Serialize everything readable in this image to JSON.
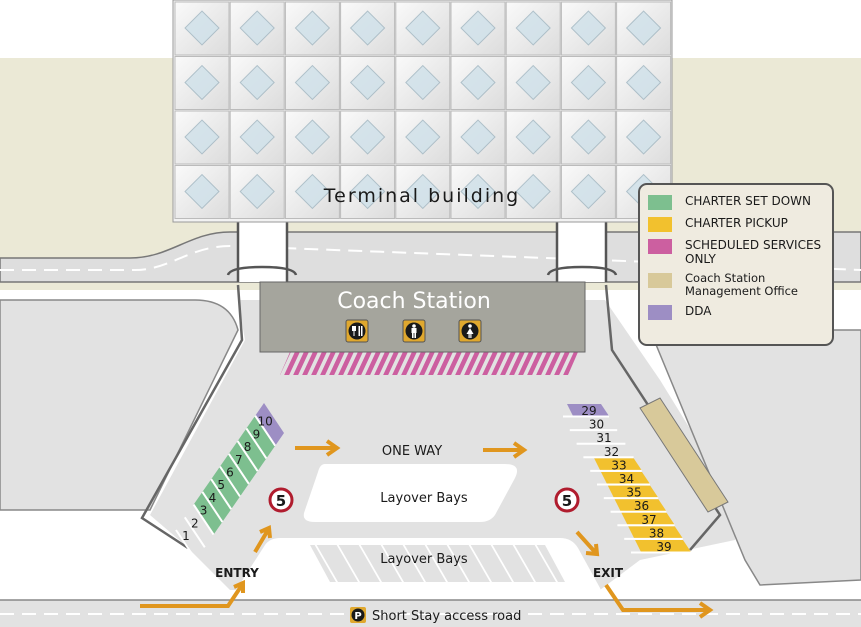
{
  "terminal": {
    "label": "Terminal building"
  },
  "coach_station": {
    "label": "Coach Station",
    "icons": [
      "restaurant-icon",
      "mens-toilet-icon",
      "womens-toilet-icon"
    ]
  },
  "legend": {
    "items": [
      {
        "label": "CHARTER SET DOWN",
        "color": "#7dbf8f"
      },
      {
        "label": "CHARTER PICKUP",
        "color": "#f2c12e"
      },
      {
        "label": "SCHEDULED SERVICES ONLY",
        "color": "#cc5fa0"
      },
      {
        "label": "Coach Station Management Office",
        "color": "#d8c99a"
      },
      {
        "label": "DDA",
        "color": "#9d8ec4"
      }
    ]
  },
  "left_bays": [
    {
      "n": "1",
      "type": "none"
    },
    {
      "n": "2",
      "type": "none"
    },
    {
      "n": "3",
      "type": "setdown"
    },
    {
      "n": "4",
      "type": "setdown"
    },
    {
      "n": "5",
      "type": "setdown"
    },
    {
      "n": "6",
      "type": "setdown"
    },
    {
      "n": "7",
      "type": "setdown"
    },
    {
      "n": "8",
      "type": "setdown"
    },
    {
      "n": "9",
      "type": "setdown"
    },
    {
      "n": "10",
      "type": "dda"
    }
  ],
  "right_bays": [
    {
      "n": "29",
      "type": "dda"
    },
    {
      "n": "30",
      "type": "none"
    },
    {
      "n": "31",
      "type": "none"
    },
    {
      "n": "32",
      "type": "none"
    },
    {
      "n": "33",
      "type": "pickup"
    },
    {
      "n": "34",
      "type": "pickup"
    },
    {
      "n": "35",
      "type": "pickup"
    },
    {
      "n": "36",
      "type": "pickup"
    },
    {
      "n": "37",
      "type": "pickup"
    },
    {
      "n": "38",
      "type": "pickup"
    },
    {
      "n": "39",
      "type": "pickup"
    }
  ],
  "labels": {
    "one_way": "ONE WAY",
    "layover_top": "Layover Bays",
    "layover_bottom": "Layover Bays",
    "entry": "ENTRY",
    "exit": "EXIT",
    "road": "Short Stay access road",
    "parking_icon": "P",
    "speed_limit_left": "5",
    "speed_limit_right": "5"
  },
  "colors": {
    "arrow": "#e0961e",
    "speed_ring": "#b01c2e",
    "ground": "#e2e2e2",
    "beige": "#ebe9d6"
  }
}
